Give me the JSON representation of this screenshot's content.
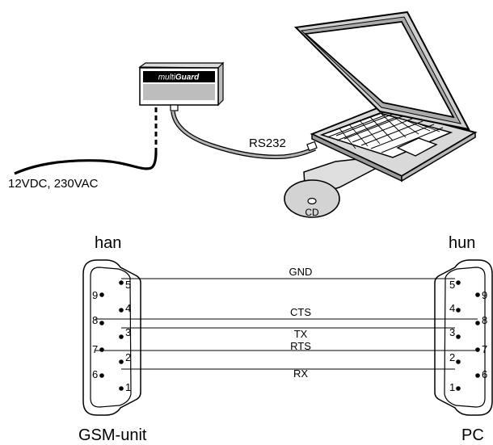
{
  "device": {
    "brand_prefix": "multi",
    "brand_suffix": "Guard"
  },
  "labels": {
    "power": "12VDC, 230VAC",
    "cable": "RS232",
    "cd": "CD"
  },
  "connectors": {
    "left": {
      "gender": "han",
      "caption": "GSM-unit",
      "pins": [
        "5",
        "4",
        "3",
        "2",
        "1",
        "9",
        "8",
        "7",
        "6"
      ]
    },
    "right": {
      "gender": "hun",
      "caption": "PC",
      "pins": [
        "5",
        "4",
        "3",
        "2",
        "1",
        "9",
        "8",
        "7",
        "6"
      ]
    }
  },
  "signals": [
    "GND",
    "CTS",
    "TX",
    "RTS",
    "RX"
  ]
}
